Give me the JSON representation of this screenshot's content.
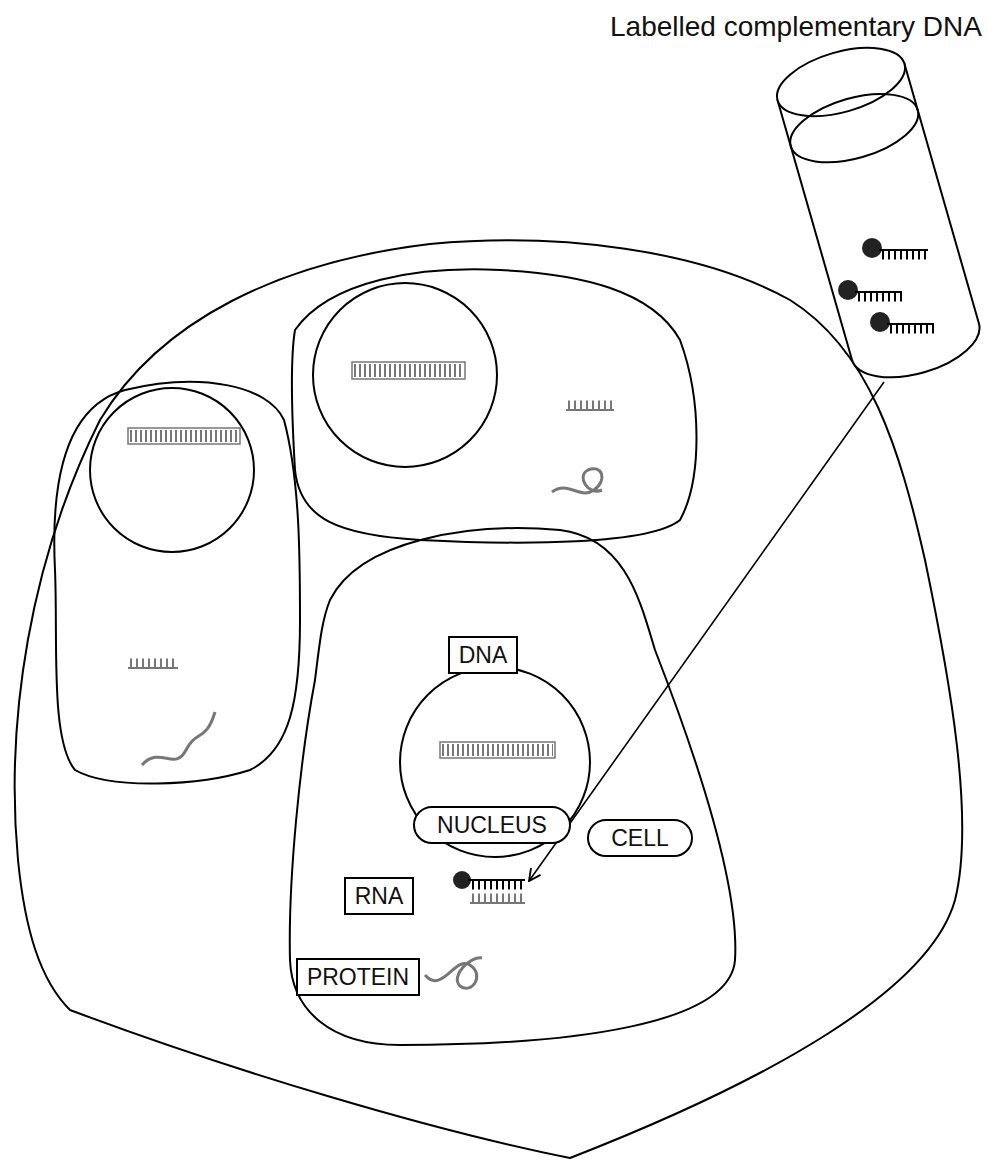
{
  "diagram": {
    "nodes": [
      {
        "text": [
          "DNA"
        ]
      },
      {
        "text": [
          "NUCLEUS"
        ]
      },
      {
        "text": [
          "CELL"
        ]
      },
      {
        "text": [
          "RNA"
        ]
      },
      {
        "text": [
          "PROTEIN"
        ]
      }
    ],
    "labels": [
      "Labelled complementary DNA"
    ]
  }
}
